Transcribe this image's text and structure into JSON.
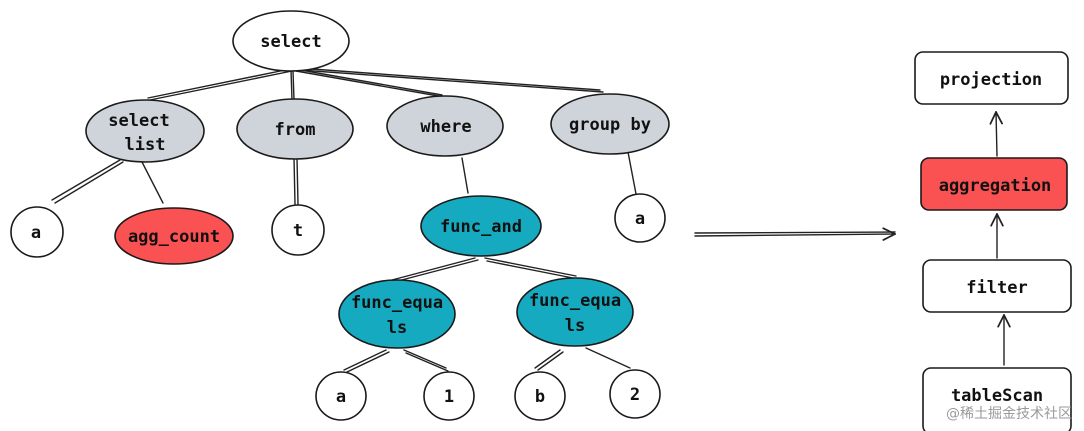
{
  "colors": {
    "gray": "#ced4da",
    "red": "#fa5252",
    "teal": "#15aabf",
    "white": "#ffffff"
  },
  "tree": {
    "root": "select",
    "select_list": [
      "select",
      "list"
    ],
    "from": "from",
    "where": "where",
    "group_by": "group by",
    "col_a": "a",
    "agg_count": "agg_count",
    "table_t": "t",
    "func_and": "func_and",
    "group_col_a": "a",
    "func_equals_1": [
      "func_equa",
      "ls"
    ],
    "func_equals_2": [
      "func_equa",
      "ls"
    ],
    "eq1_left": "a",
    "eq1_right": "1",
    "eq2_left": "b",
    "eq2_right": "2"
  },
  "plan": {
    "projection": "projection",
    "aggregation": "aggregation",
    "filter": "filter",
    "tablescan": "tableScan"
  },
  "watermark": "@稀土掘金技术社区"
}
